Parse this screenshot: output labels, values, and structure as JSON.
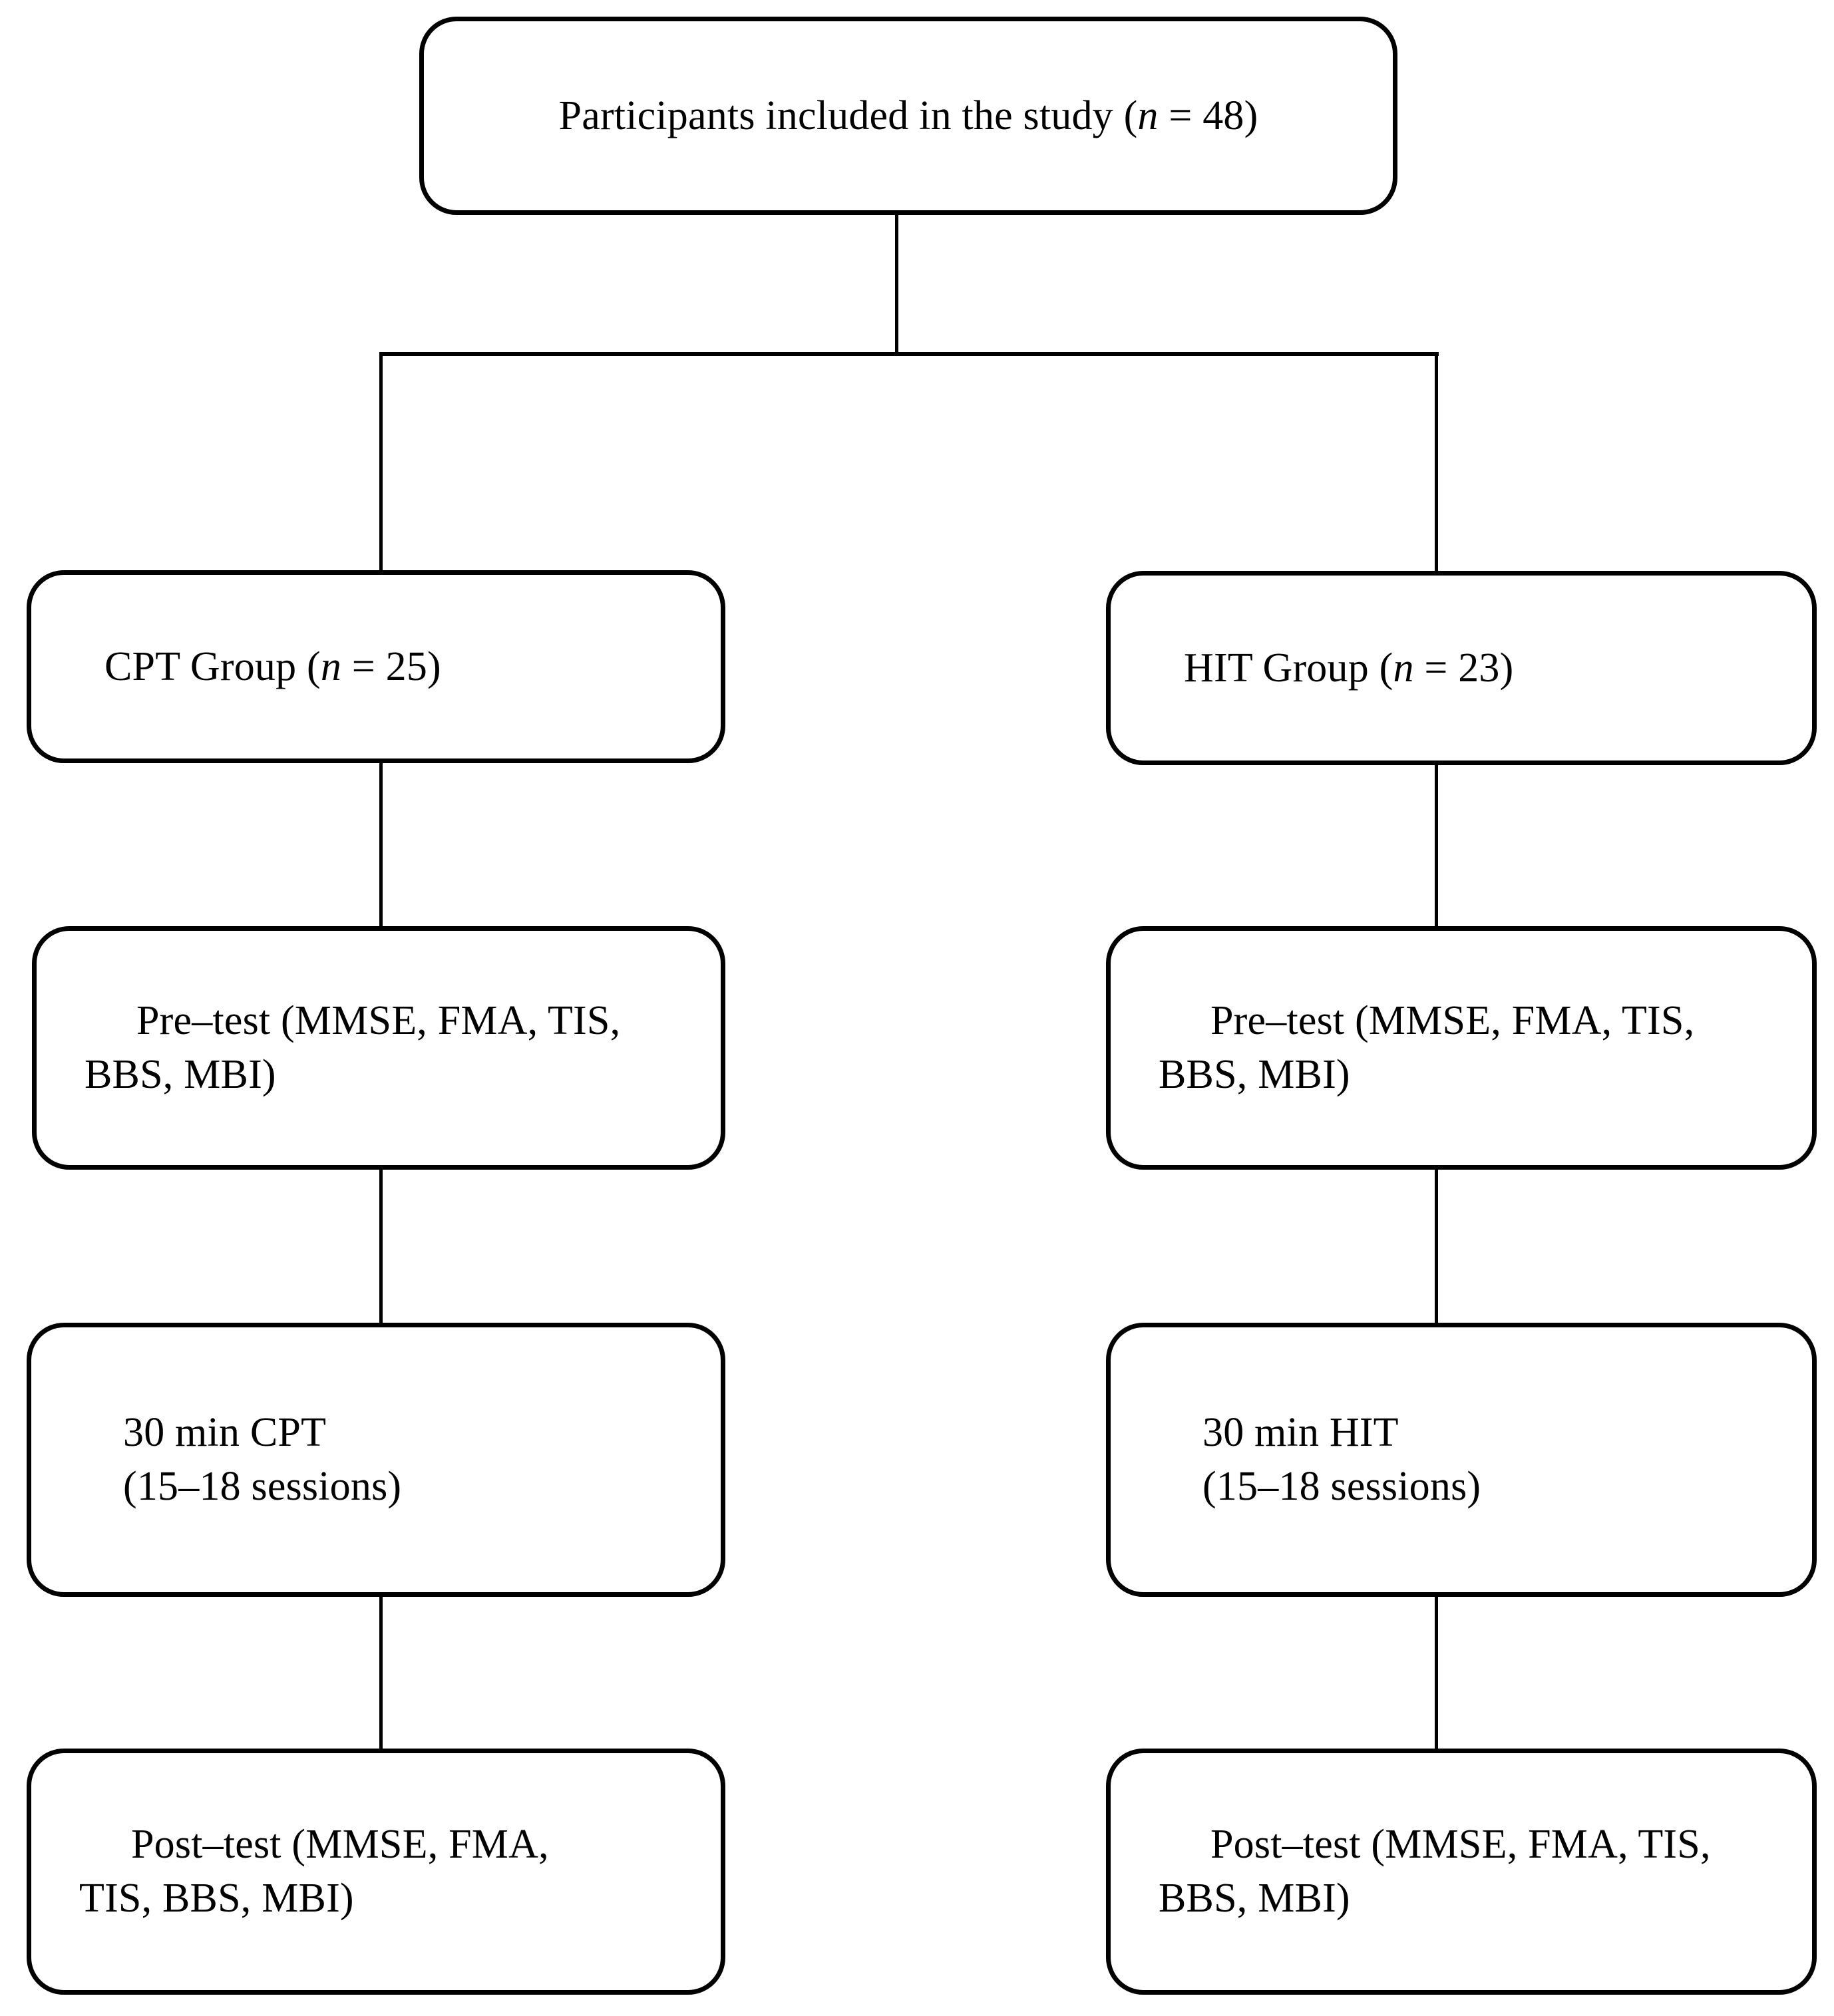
{
  "diagram": {
    "title": "Study participant flow diagram",
    "type": "flowchart",
    "colors": {
      "stroke": "#000000",
      "fill": "#ffffff",
      "text": "#000000"
    },
    "nodes": {
      "root": {
        "id": "participants-included",
        "text": "Participants included in the study (n = 48)",
        "label": "Participants included in the study",
        "n_label": "n",
        "n_value": "48"
      },
      "cpt_group": {
        "id": "cpt-group",
        "text": "CPT Group (n = 25)",
        "label": "CPT Group",
        "n_label": "n",
        "n_value": "25"
      },
      "hit_group": {
        "id": "hit-group",
        "text": "HIT Group (n = 23)",
        "label": "HIT Group",
        "n_label": "n",
        "n_value": "23"
      },
      "cpt_pretest": {
        "id": "cpt-pre-test",
        "text": "Pre–test (MMSE, FMA, TIS,\nBBS, MBI)",
        "measures": [
          "MMSE",
          "FMA",
          "TIS",
          "BBS",
          "MBI"
        ]
      },
      "hit_pretest": {
        "id": "hit-pre-test",
        "text": "Pre–test (MMSE, FMA, TIS,\nBBS, MBI)",
        "measures": [
          "MMSE",
          "FMA",
          "TIS",
          "BBS",
          "MBI"
        ]
      },
      "cpt_intervention": {
        "id": "cpt-intervention",
        "text": "30 min CPT\n(15–18 sessions)",
        "duration": "30 min",
        "modality": "CPT",
        "sessions": "15–18 sessions"
      },
      "hit_intervention": {
        "id": "hit-intervention",
        "text": "30 min HIT\n(15–18 sessions)",
        "duration": "30 min",
        "modality": "HIT",
        "sessions": "15–18 sessions"
      },
      "cpt_posttest": {
        "id": "cpt-post-test",
        "text": "Post–test (MMSE, FMA,\nTIS, BBS, MBI)",
        "measures": [
          "MMSE",
          "FMA",
          "TIS",
          "BBS",
          "MBI"
        ]
      },
      "hit_posttest": {
        "id": "hit-post-test",
        "text": "Post–test (MMSE, FMA, TIS,\nBBS, MBI)",
        "measures": [
          "MMSE",
          "FMA",
          "TIS",
          "BBS",
          "MBI"
        ]
      }
    },
    "edges": [
      {
        "from": "participants-included",
        "to": "split"
      },
      {
        "from": "split",
        "to": "cpt-group"
      },
      {
        "from": "split",
        "to": "hit-group"
      },
      {
        "from": "cpt-group",
        "to": "cpt-pre-test"
      },
      {
        "from": "cpt-pre-test",
        "to": "cpt-intervention"
      },
      {
        "from": "cpt-intervention",
        "to": "cpt-post-test"
      },
      {
        "from": "hit-group",
        "to": "hit-pre-test"
      },
      {
        "from": "hit-pre-test",
        "to": "hit-intervention"
      },
      {
        "from": "hit-intervention",
        "to": "hit-post-test"
      }
    ]
  }
}
